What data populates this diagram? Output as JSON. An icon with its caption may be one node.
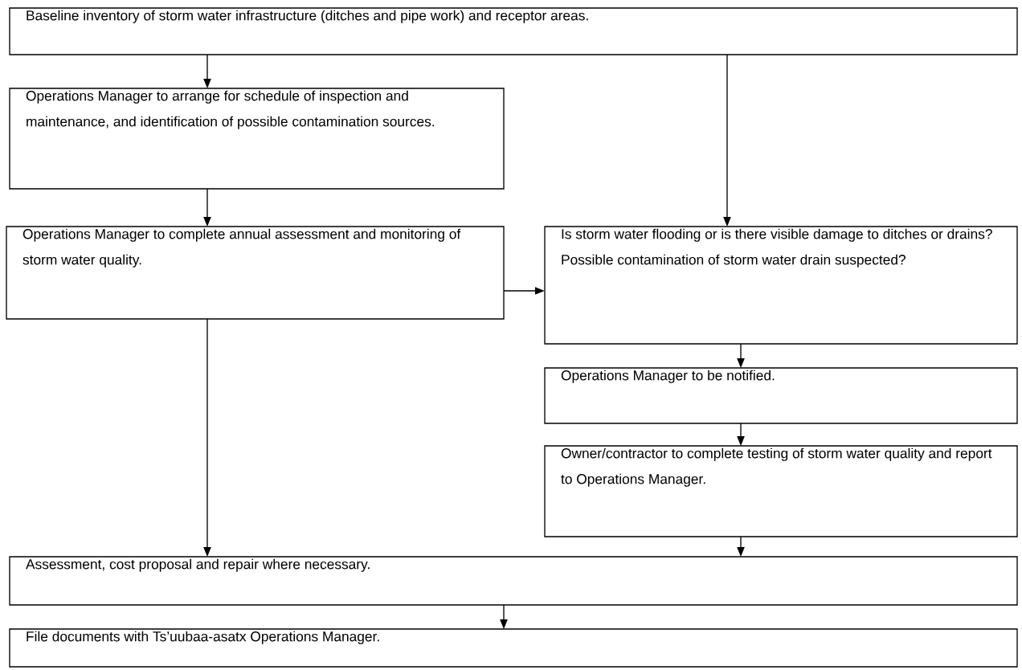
{
  "diagram": {
    "nodes": [
      {
        "text": [
          "Baseline inventory of storm water infrastructure (ditches and pipe work) and receptor areas."
        ]
      },
      {
        "text": [
          "Operations Manager to arrange for schedule of inspection and maintenance, and identification of possible contamination sources."
        ]
      },
      {
        "text": [
          "Operations Manager to complete annual assessment and monitoring of storm water quality."
        ]
      },
      {
        "text": [
          "Is storm water flooding or is there visible damage to ditches or drains?",
          "Possible contamination of storm water drain suspected?"
        ]
      },
      {
        "text": [
          "Operations Manager to be notified."
        ]
      },
      {
        "text": [
          "Owner/contractor to complete testing of storm water quality and report to Operations Manager."
        ]
      },
      {
        "text": [
          "Assessment, cost proposal and repair where necessary."
        ]
      },
      {
        "text": [
          "File documents with Ts’uubaa-asatx Operations Manager."
        ]
      }
    ],
    "edges": [
      {
        "from": 0,
        "to": 1,
        "arrow": "to"
      },
      {
        "from": 0,
        "to": 3,
        "arrow": "to"
      },
      {
        "from": 1,
        "to": 2,
        "arrow": "to"
      },
      {
        "from": 2,
        "to": 3,
        "arrow": "to"
      },
      {
        "from": 2,
        "to": 6,
        "arrow": "to"
      },
      {
        "from": 3,
        "to": 4,
        "arrow": "to"
      },
      {
        "from": 4,
        "to": 5,
        "arrow": "to"
      },
      {
        "from": 5,
        "to": 6,
        "arrow": "to"
      },
      {
        "from": 6,
        "to": 7,
        "arrow": "to"
      }
    ]
  }
}
